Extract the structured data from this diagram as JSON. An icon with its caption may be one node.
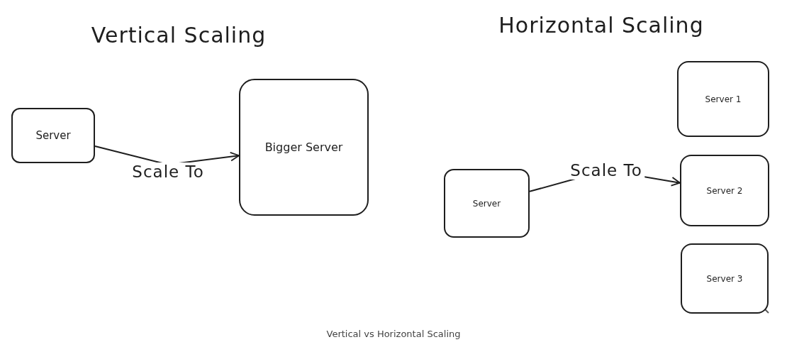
{
  "diagram": {
    "caption": "Vertical vs Horizontal Scaling",
    "nodes": [
      {
        "text": [
          "Server"
        ]
      },
      {
        "text": [
          "Bigger Server"
        ]
      },
      {
        "text": [
          "Server"
        ]
      },
      {
        "text": [
          "Server 1"
        ]
      },
      {
        "text": [
          "Server 2"
        ]
      },
      {
        "text": [
          "Server 3"
        ]
      }
    ],
    "edges": [
      {
        "from": 0,
        "to": 1,
        "arrow": "to",
        "label": "Scale To"
      },
      {
        "from": 2,
        "to": 4,
        "arrow": "to",
        "label": "Scale To"
      }
    ],
    "labels": [
      "Vertical Scaling",
      "Horizontal Scaling"
    ]
  }
}
